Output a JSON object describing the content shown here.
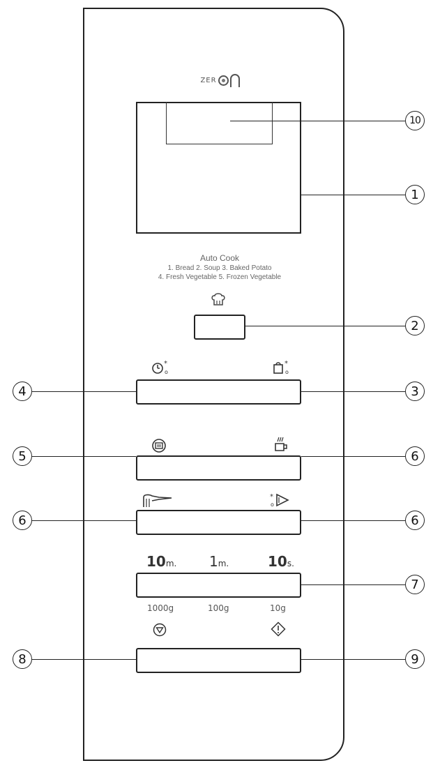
{
  "logo": {
    "prefix": "ZER",
    "suffix": ""
  },
  "auto_cook": {
    "title": "Auto Cook",
    "line1": "1. Bread   2. Soup   3. Baked Potato",
    "line2": "4. Fresh Vegetable   5. Frozen Vegetable"
  },
  "time_labels": {
    "ten_min": "10",
    "ten_min_unit": "m.",
    "one_min": "1",
    "one_min_unit": "m.",
    "ten_sec": "10",
    "ten_sec_unit": "s."
  },
  "weight_labels": {
    "w1000": "1000g",
    "w100": "100g",
    "w10": "10g"
  },
  "callouts": {
    "c1": "1",
    "c2": "2",
    "c3": "3",
    "c4": "4",
    "c5": "5",
    "c6a": "6",
    "c6b": "6",
    "c6c": "6",
    "c7": "7",
    "c8": "8",
    "c9": "9",
    "c10": "10"
  },
  "icons": {
    "auto_cook": "chef-hat-icon",
    "timed_defrost": "clock-snowflake-icon",
    "weight_defrost": "weight-snowflake-icon",
    "microwave": "microwave-icon",
    "reheat": "steaming-cup-icon",
    "grill": "grill-icon",
    "quick_defrost": "snowflake-triangle-icon",
    "stop": "stop-triangle-icon",
    "start": "start-diamond-icon"
  },
  "colors": {
    "line": "#222222",
    "text": "#666666"
  }
}
